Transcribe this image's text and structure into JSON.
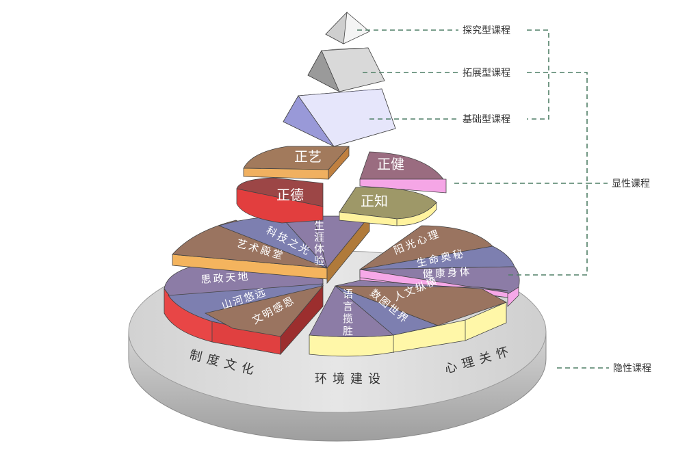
{
  "pyramid": {
    "top": {
      "label": "探究型课程",
      "colors": {
        "light": "#f4f4f4",
        "side": "#cfcfcf",
        "dark": "#9a9a9a"
      }
    },
    "middle": {
      "label": "拓展型课程",
      "colors": {
        "light": "#d9d9d9",
        "side": "#bdbdbd",
        "dark": "#7a7a7a"
      }
    },
    "base": {
      "label": "基础型课程",
      "colors": {
        "light": "#e6e6fb",
        "side": "#b9b9e8",
        "dark": "#8f8fcf"
      }
    }
  },
  "core_pie": {
    "segments": [
      {
        "label": "正艺",
        "top": "#a27a5c",
        "side": "#f0b060"
      },
      {
        "label": "正德",
        "top": "#9c4646",
        "side": "#e23e3e"
      },
      {
        "label": "正健",
        "top": "#9a6c80",
        "side": "#f5a6e6"
      },
      {
        "label": "正知",
        "top": "#9e9868",
        "side": "#fff39e"
      }
    ]
  },
  "explicit_ring": {
    "groups": [
      {
        "items": [
          "科技之光",
          "艺术殿堂"
        ],
        "side": "#f4b45e"
      },
      {
        "items": [
          "生涯体验"
        ],
        "side": "#b07a3a"
      },
      {
        "items": [
          "思政天地",
          "山河悠远",
          "文明感恩"
        ],
        "side": "#e84646"
      },
      {
        "items": [
          "阳光心理",
          "生命奥秘",
          "健康身体"
        ],
        "side": "#f6a8e8"
      },
      {
        "items": [
          "语言揽胜",
          "数图世界",
          "人文纵横"
        ],
        "side": "#fff7a8"
      }
    ],
    "top_colors": {
      "purple": "#8c7ca6",
      "brown": "#9a7460",
      "blue": "#7d7fb0"
    }
  },
  "base_disc": {
    "labels": [
      "制度文化",
      "环境建设",
      "心理关怀"
    ],
    "top": "#dcdcdc",
    "side": "#bdbdbd"
  },
  "brackets": {
    "explicit": "显性课程",
    "hidden": "隐性课程",
    "line_color": "#4f7f66"
  }
}
